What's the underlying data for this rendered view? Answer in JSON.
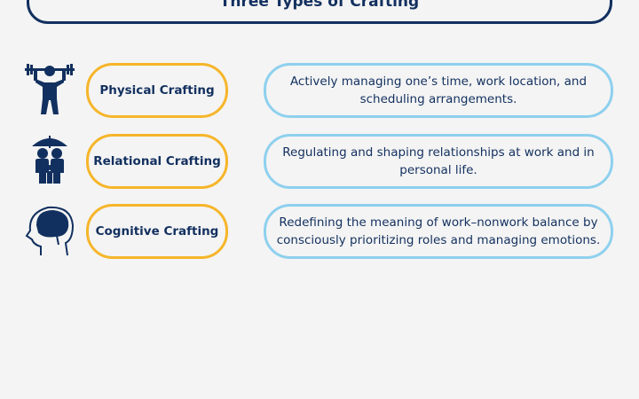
{
  "title": "Three Types of Crafting",
  "colors": {
    "navy": "#12305f",
    "orange": "#f6b52a",
    "light_blue": "#8ed0ee",
    "background": "#f4f4f4"
  },
  "rows": [
    {
      "icon": "weightlifter-icon",
      "label": "Physical Crafting",
      "description": "Actively managing one’s time, work location, and scheduling arrangements."
    },
    {
      "icon": "family-umbrella-icon",
      "label": "Relational Crafting",
      "description": "Regulating and shaping relationships at work and in personal life."
    },
    {
      "icon": "head-brain-icon",
      "label": "Cognitive Crafting",
      "description": "Redefining the meaning of work–nonwork balance by consciously prioritizing roles and managing emotions."
    }
  ]
}
